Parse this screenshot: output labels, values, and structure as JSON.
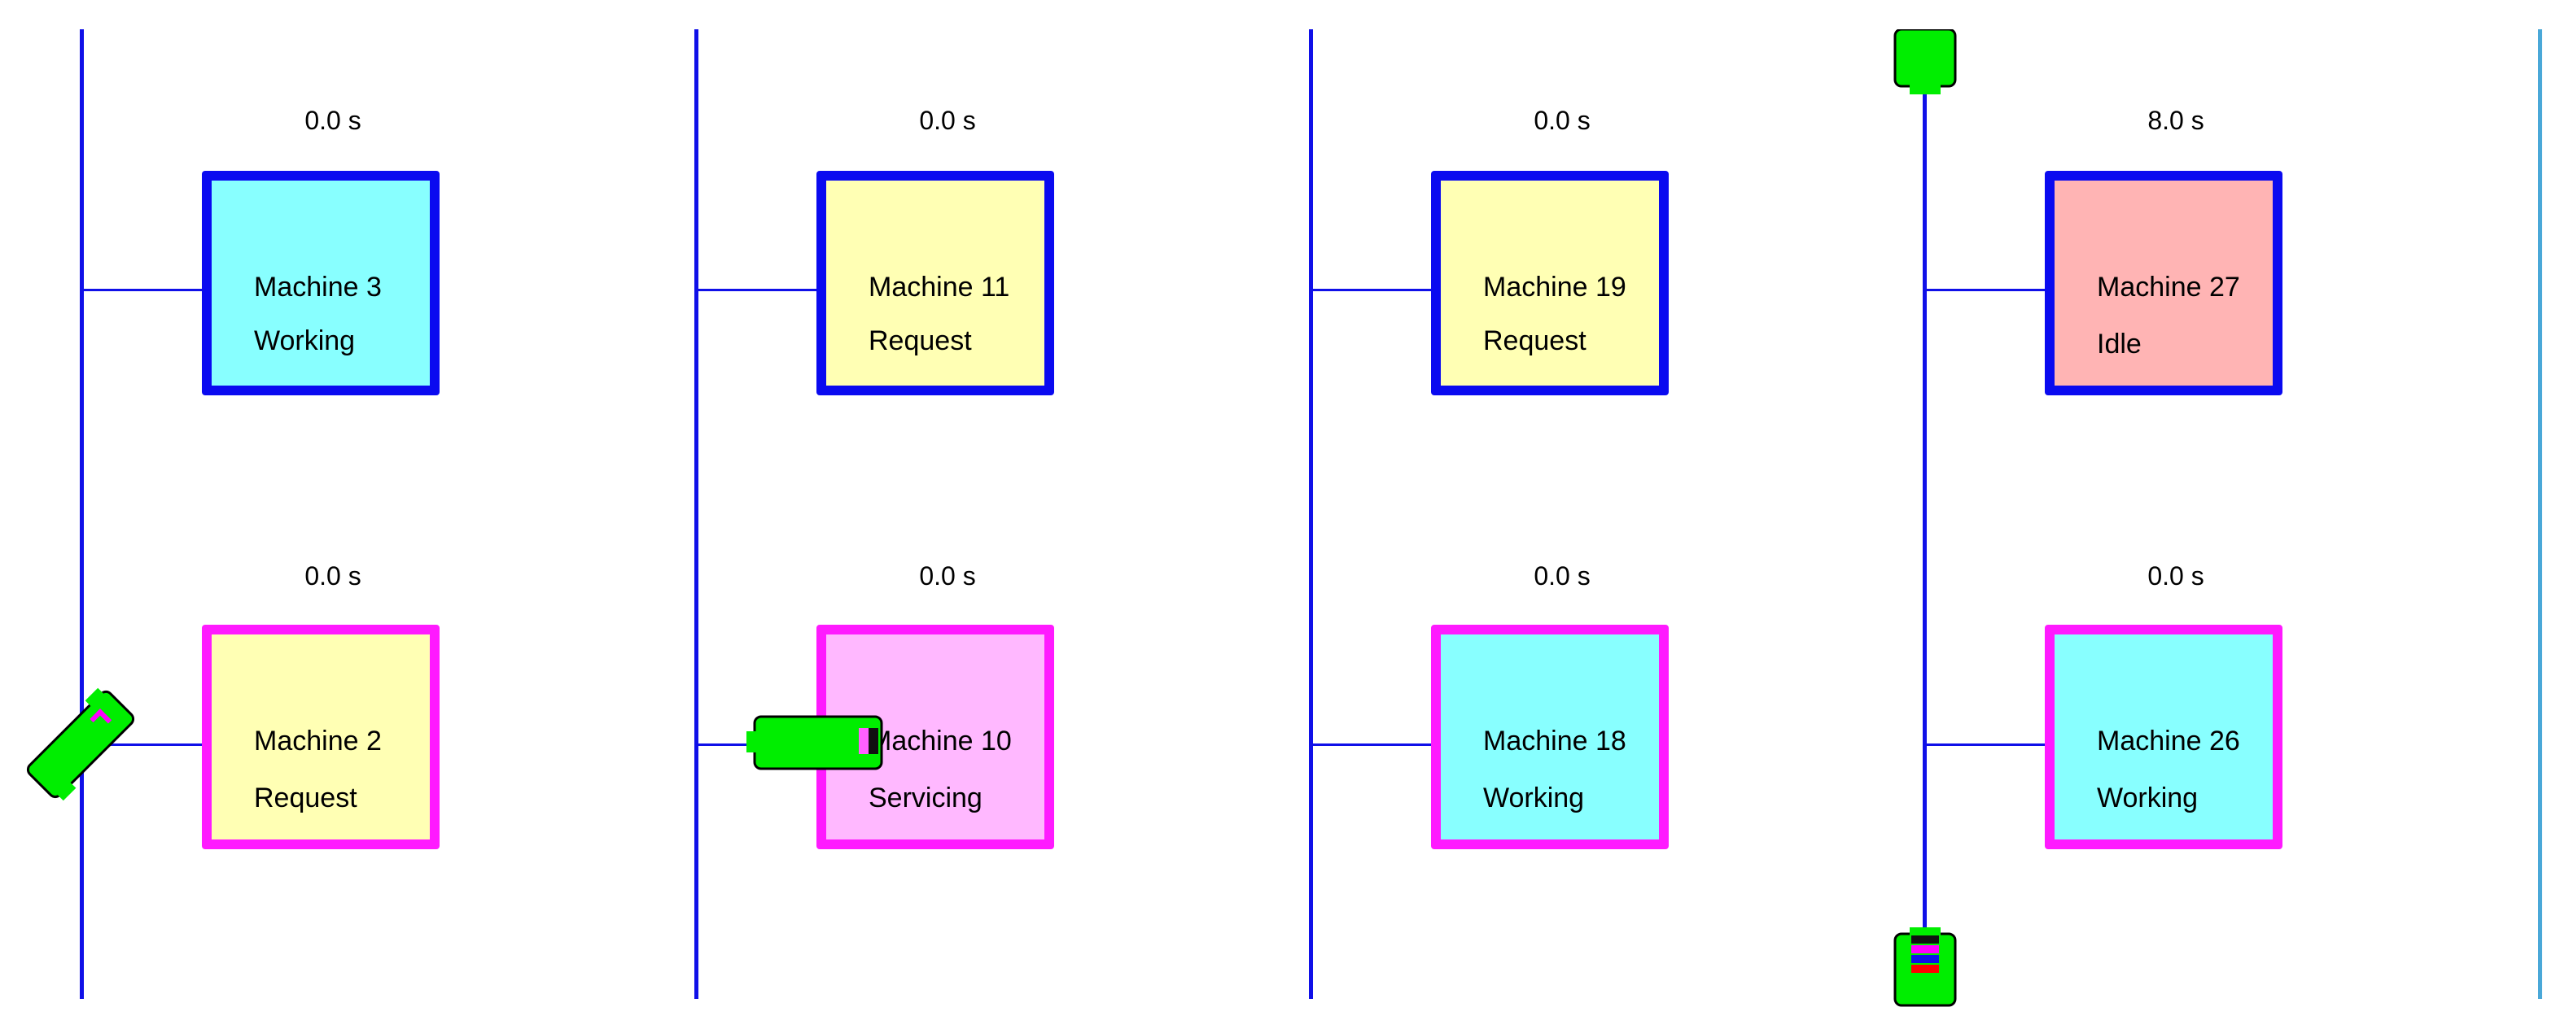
{
  "colors": {
    "track": "#1010e8",
    "track_light": "#4aa8d8",
    "border_blue": "#0a0af0",
    "border_magenta": "#ff1aff",
    "fill_working": "#88ffff",
    "fill_request": "#ffffb4",
    "fill_servicing": "#ffb8ff",
    "fill_idle": "#ffb4b4",
    "vehicle_green": "#00ee00"
  },
  "machines": [
    {
      "id": "m3",
      "name": "Machine 3",
      "status": "Working",
      "timer": "0.0 s"
    },
    {
      "id": "m2",
      "name": "Machine 2",
      "status": "Request",
      "timer": "0.0 s"
    },
    {
      "id": "m11",
      "name": "Machine 11",
      "status": "Request",
      "timer": "0.0 s"
    },
    {
      "id": "m10",
      "name": "Machine 10",
      "status": "Servicing",
      "timer": "0.0 s"
    },
    {
      "id": "m19",
      "name": "Machine 19",
      "status": "Request",
      "timer": "0.0 s"
    },
    {
      "id": "m18",
      "name": "Machine 18",
      "status": "Working",
      "timer": "0.0 s"
    },
    {
      "id": "m27",
      "name": "Machine 27",
      "status": "Idle",
      "timer": "8.0 s"
    },
    {
      "id": "m26",
      "name": "Machine 26",
      "status": "Working",
      "timer": "0.0 s"
    }
  ],
  "vehicles": [
    {
      "id": "v1",
      "icon": "agv-vehicle-icon"
    },
    {
      "id": "v2",
      "icon": "agv-vehicle-icon"
    },
    {
      "id": "v3",
      "icon": "agv-vehicle-icon"
    },
    {
      "id": "v4",
      "icon": "agv-vehicle-icon"
    }
  ]
}
